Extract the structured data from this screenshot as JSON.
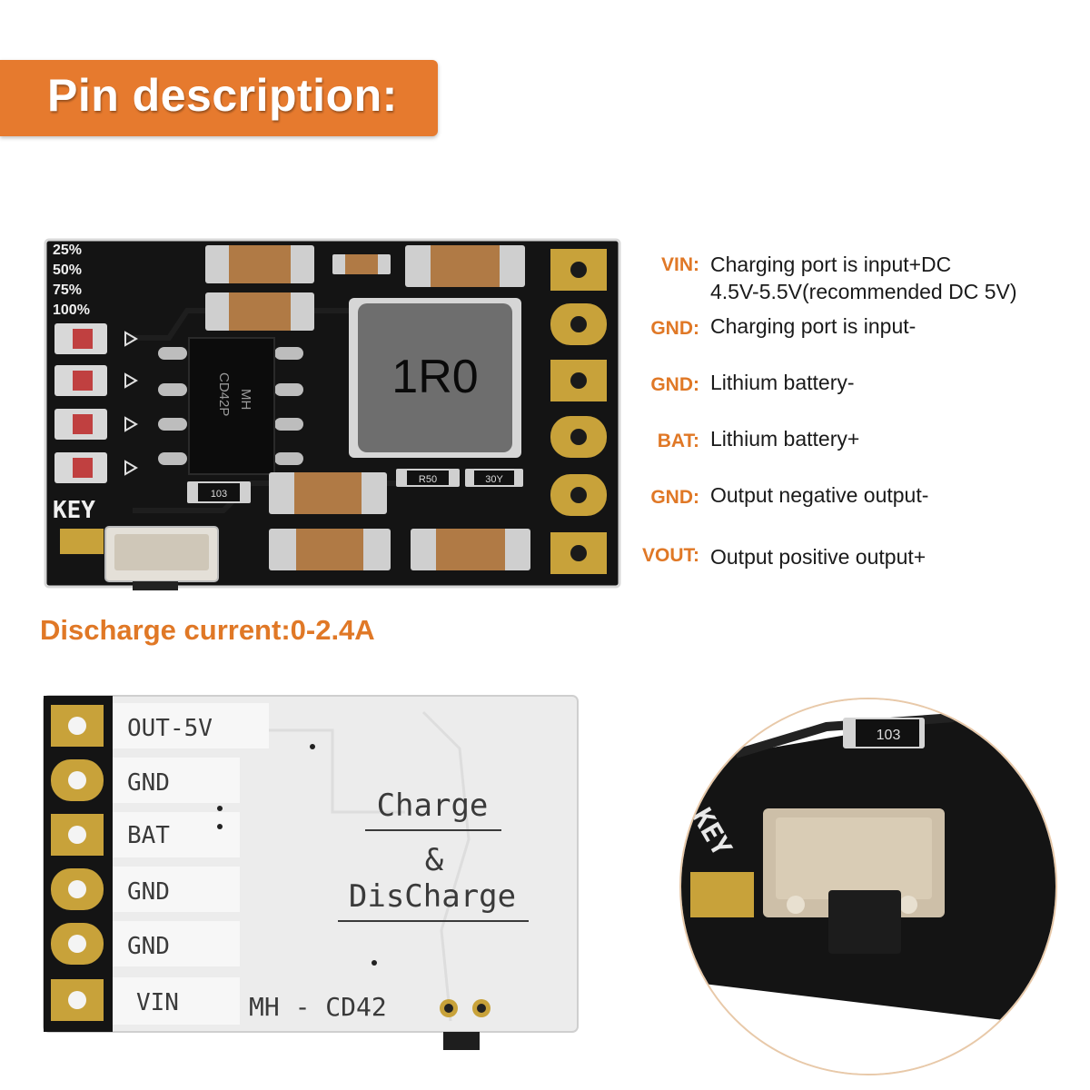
{
  "header": {
    "title": "Pin description:"
  },
  "pins": [
    {
      "name": "VIN:",
      "desc_line1": "Charging port is input+DC",
      "desc_line2": "4.5V-5.5V(recommended DC 5V)"
    },
    {
      "name": "GND:",
      "desc_line1": "Charging port is input-"
    },
    {
      "name": "GND:",
      "desc_line1": "Lithium battery-"
    },
    {
      "name": "BAT:",
      "desc_line1": "Lithium battery+"
    },
    {
      "name": "GND:",
      "desc_line1": "Output negative output-"
    },
    {
      "name": "VOUT:",
      "desc_line1": "Output positive output+"
    }
  ],
  "discharge": {
    "text": "Discharge current:0-2.4A"
  },
  "board_top": {
    "led_labels": [
      "25%",
      "50%",
      "75%",
      "100%"
    ],
    "key_label": "KEY",
    "inductor_label": "1R0",
    "chip_label_1": "MH",
    "chip_label_2": "CD42P",
    "resistor_1": "103",
    "resistor_2": "R50",
    "diode": "30Y"
  },
  "board_bottom": {
    "pin_labels": [
      "OUT-5V",
      "GND",
      "BAT",
      "GND",
      "GND",
      "VIN"
    ],
    "title_line1": "Charge",
    "title_line2": "&",
    "title_line3": "DisCharge",
    "model": "MH - CD42"
  },
  "closeup": {
    "resistor": "103",
    "key_label": "KEY"
  },
  "colors": {
    "accent": "#e67a2e",
    "pin_label": "#e07826",
    "pcb_black": "#141414",
    "pcb_white": "#e9e9e9",
    "gold": "#c8a23a"
  }
}
